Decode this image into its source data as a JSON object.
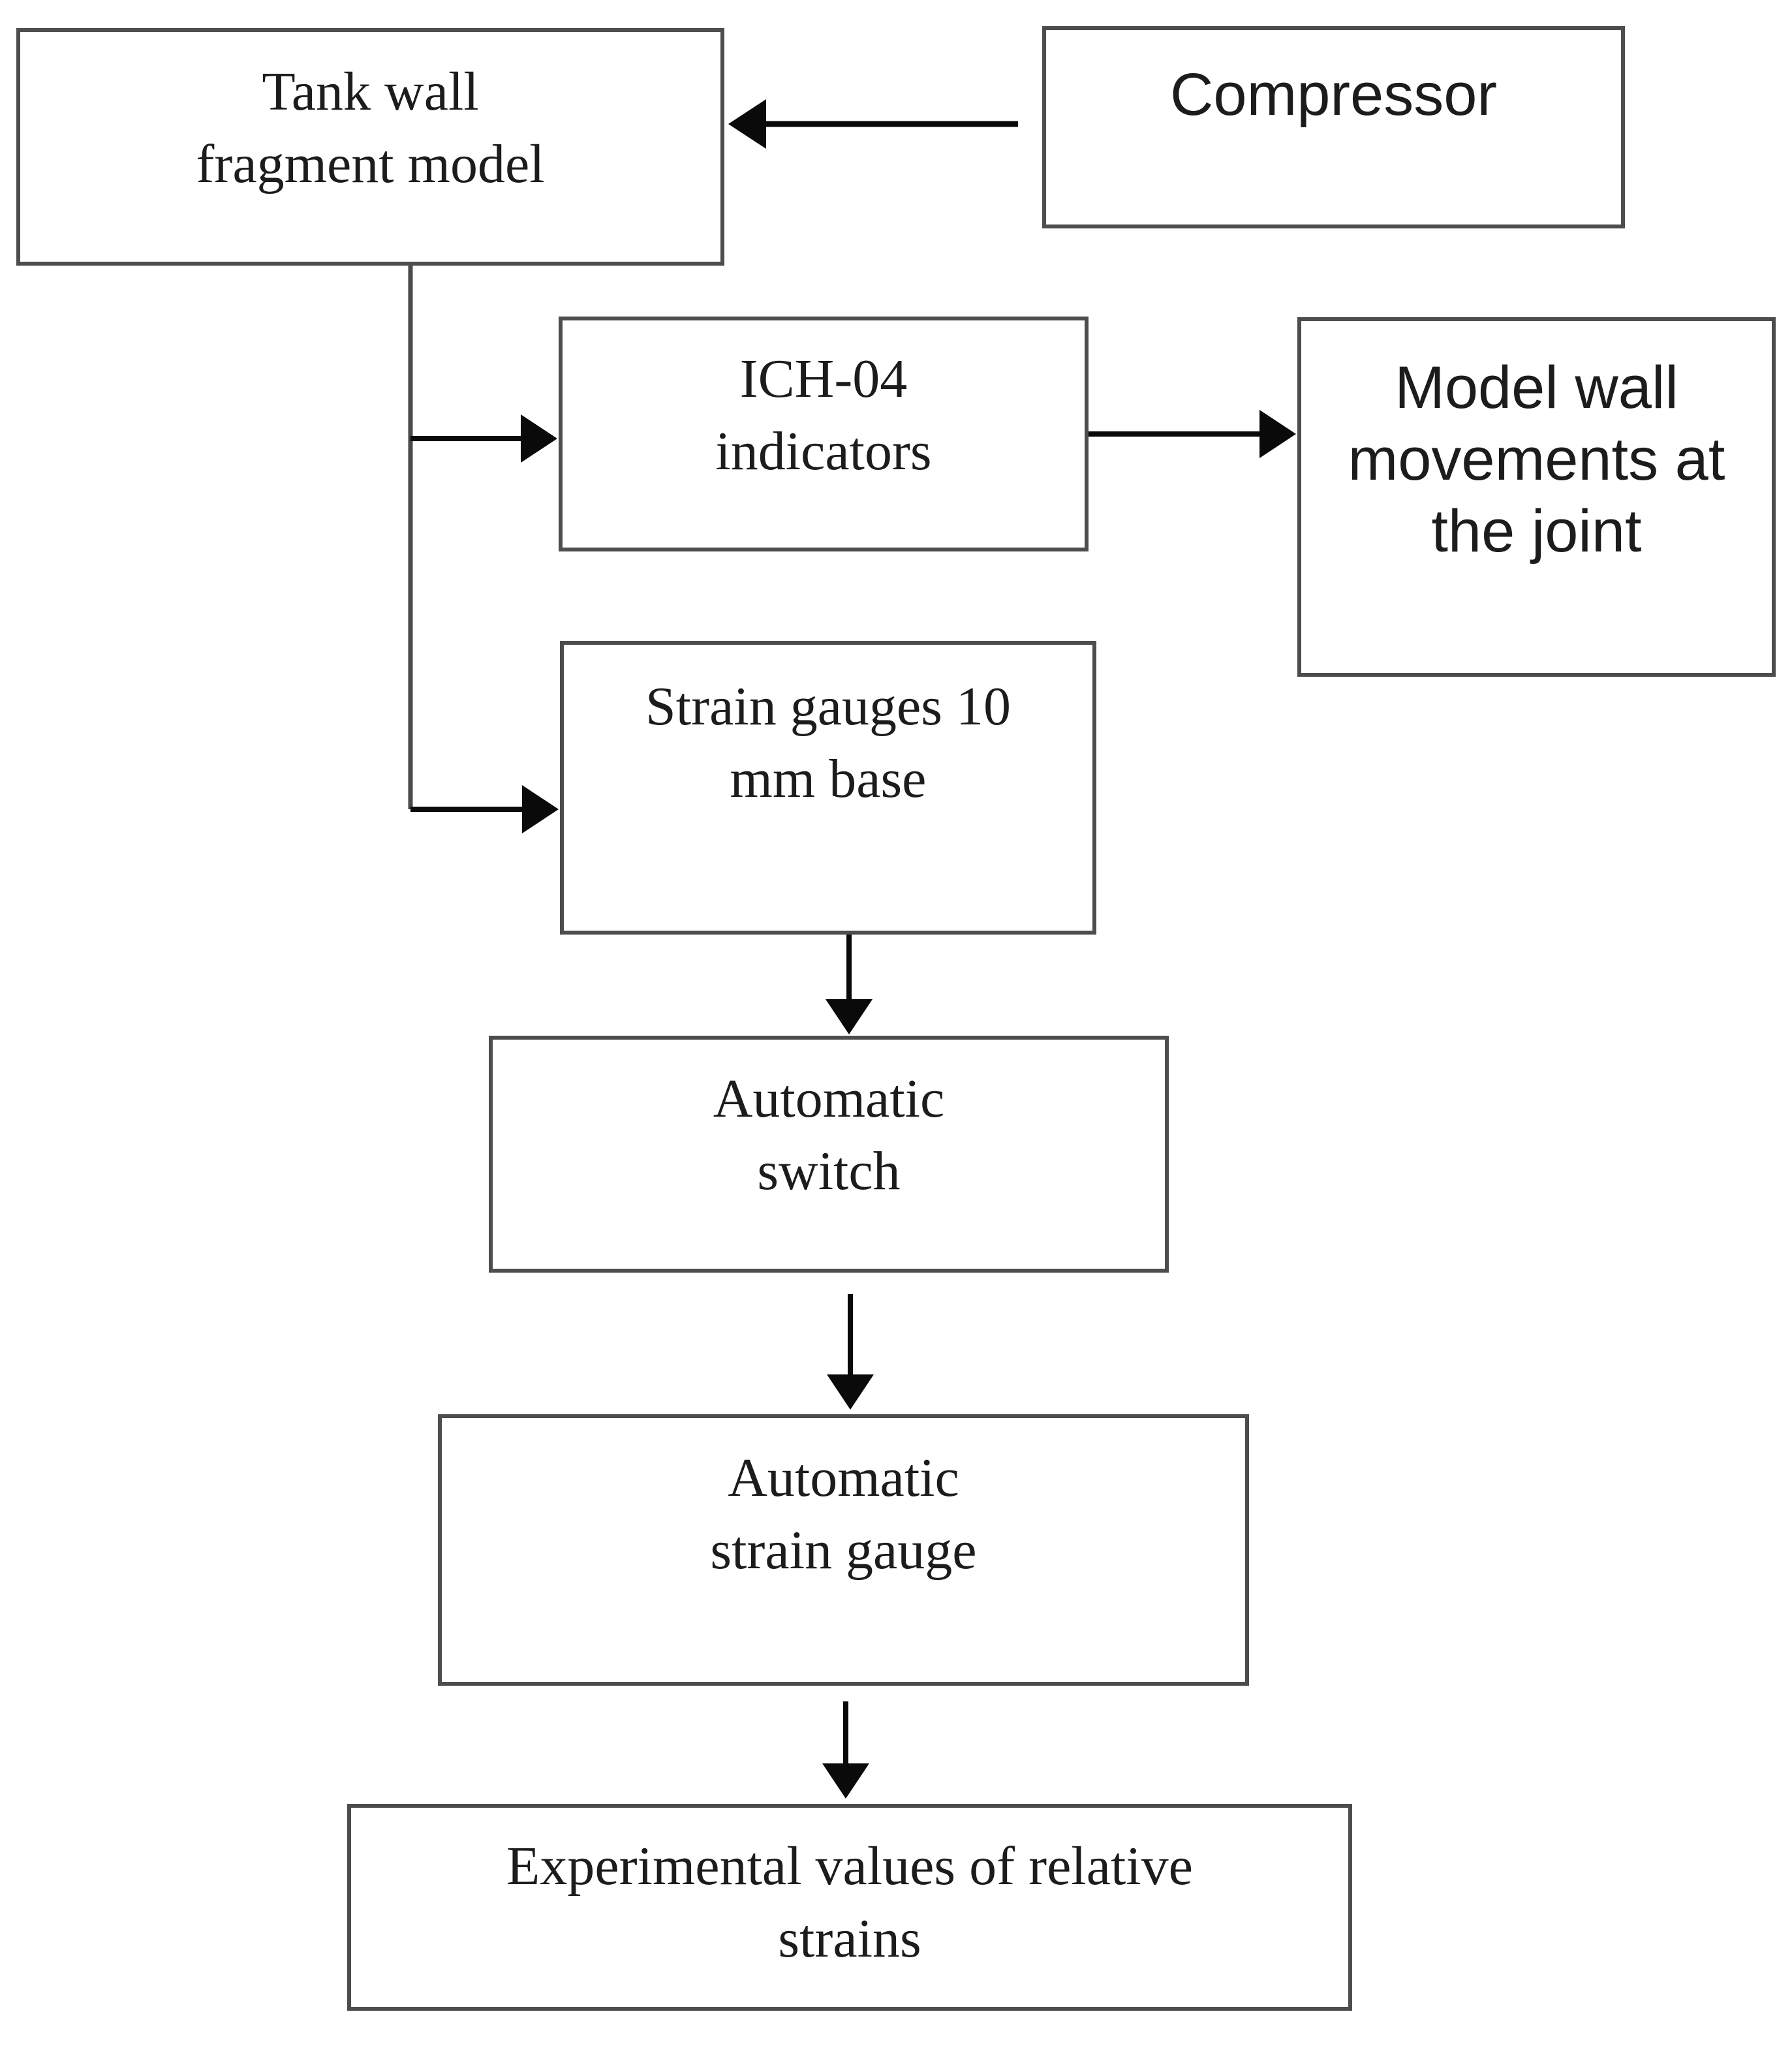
{
  "nodes": {
    "tank_wall": {
      "label": "Tank wall\nfragment model"
    },
    "compressor": {
      "label": "Compressor"
    },
    "ich04": {
      "label": "ICH-04\nindicators"
    },
    "model_wall": {
      "label": "Model wall\nmovements at\nthe joint"
    },
    "strain_gauges": {
      "label": "Strain gauges 10\nmm base"
    },
    "auto_switch": {
      "label": "Automatic\nswitch"
    },
    "auto_strain_gauge": {
      "label": "Automatic\nstrain gauge"
    },
    "experimental": {
      "label": "Experimental values of relative\nstrains"
    }
  },
  "connectors": [
    {
      "from": "compressor",
      "to": "tank_wall",
      "direction": "left"
    },
    {
      "from": "tank_wall",
      "to": "ich04",
      "direction": "right"
    },
    {
      "from": "tank_wall",
      "to": "strain_gauges",
      "direction": "right"
    },
    {
      "from": "ich04",
      "to": "model_wall",
      "direction": "right"
    },
    {
      "from": "strain_gauges",
      "to": "auto_switch",
      "direction": "down"
    },
    {
      "from": "auto_switch",
      "to": "auto_strain_gauge",
      "direction": "down"
    },
    {
      "from": "auto_strain_gauge",
      "to": "experimental",
      "direction": "down"
    }
  ],
  "colors": {
    "background": "#ffffff",
    "box_border": "#4d4d4d",
    "arrow": "#0a0a0a",
    "text": "#1c1c1c"
  }
}
